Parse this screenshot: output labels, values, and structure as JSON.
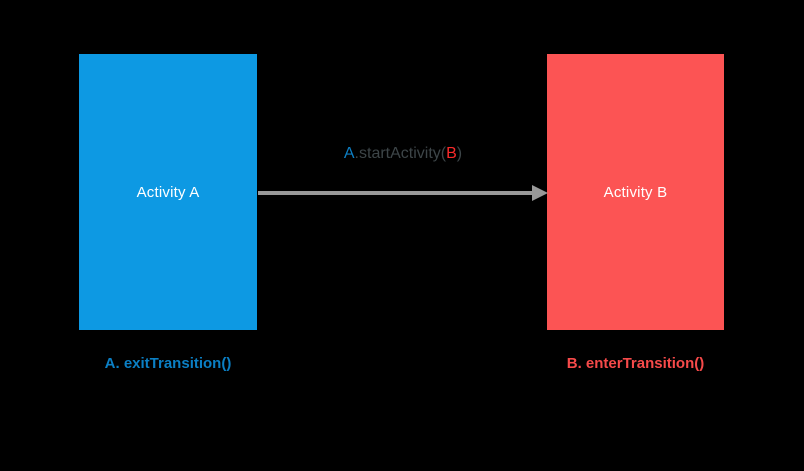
{
  "diagram": {
    "background_color": "#000000",
    "title_present": false,
    "boxes": [
      {
        "id": "activity-a",
        "label": "Activity A",
        "fill_color": "#0d99e3",
        "text_color": "#ffffff"
      },
      {
        "id": "activity-b",
        "label": "Activity B",
        "fill_color": "#fc5454",
        "text_color": "#ffffff"
      }
    ],
    "arrow": {
      "name": "start-activity-arrow",
      "color": "#999999",
      "direction": "left-to-right",
      "caption": {
        "full_text": "A.startActivity(B)",
        "segments": [
          {
            "text": "A",
            "color": "#0d7fc4"
          },
          {
            "text": ".startActivity(",
            "color": "#3d4548"
          },
          {
            "text": "B",
            "color": "#f92a2a"
          },
          {
            "text": ")",
            "color": "#3d4548"
          }
        ]
      }
    },
    "transition_labels": [
      {
        "id": "exit-transition",
        "text": "A. exitTransition()",
        "color": "#0b7fc4"
      },
      {
        "id": "enter-transition",
        "text": "B. enterTransition()",
        "color": "#f64a4a"
      }
    ]
  }
}
